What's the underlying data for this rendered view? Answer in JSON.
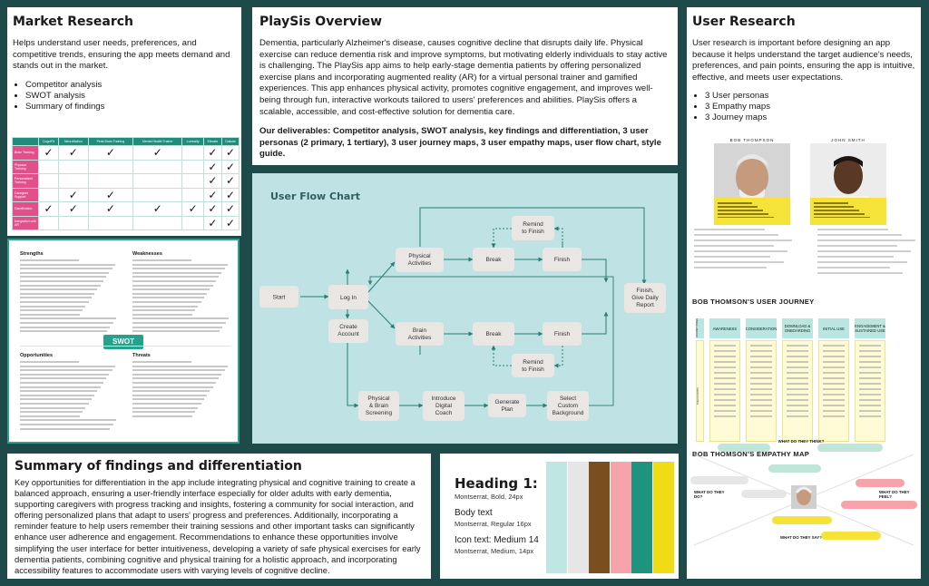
{
  "market": {
    "title": "Market Research",
    "description": "Helps understand user needs, preferences, and competitive trends, ensuring the app meets demand and stands out in the market.",
    "items": [
      "Competitor analysis",
      "SWOT analysis",
      "Summary of findings"
    ],
    "table": {
      "headers": [
        "",
        "CogniFit",
        "NeuroNation",
        "Peak Brain Training",
        "Mental Health Trainer",
        "Lumosity",
        "Elevate",
        "Dakota"
      ],
      "rows": [
        {
          "label": "Brain Training",
          "checks": [
            1,
            1,
            1,
            1,
            0,
            1,
            1
          ]
        },
        {
          "label": "Physical Training",
          "checks": [
            0,
            0,
            0,
            0,
            0,
            1,
            1
          ]
        },
        {
          "label": "Personalized Training",
          "checks": [
            0,
            0,
            0,
            0,
            0,
            1,
            1
          ]
        },
        {
          "label": "Caregiver Support",
          "checks": [
            0,
            1,
            1,
            0,
            0,
            1,
            1
          ]
        },
        {
          "label": "Gamification",
          "checks": [
            1,
            1,
            1,
            1,
            1,
            1,
            1
          ]
        },
        {
          "label": "Integration with AR",
          "checks": [
            0,
            0,
            0,
            0,
            0,
            1,
            1
          ]
        }
      ]
    }
  },
  "swot": {
    "badge": "SWOT",
    "strengths": "Strengths",
    "weaknesses": "Weaknesses",
    "opportunities": "Opportunities",
    "threats": "Threats"
  },
  "overview": {
    "title": "PlaySis Overview",
    "body": "Dementia, particularly Alzheimer's disease, causes cognitive decline that disrupts daily life. Physical exercise can reduce dementia risk and improve symptoms, but motivating elderly individuals to stay active is challenging. The PlaySis app aims to help early-stage dementia patients by offering personalized exercise plans and incorporating augmented reality (AR) for a virtual personal trainer and gamified experiences. This app enhances physical activity, promotes cognitive engagement, and improves well-being through fun, interactive workouts tailored to users' preferences and abilities. PlaySis offers a scalable, accessible, and cost-effective solution for dementia care.",
    "deliverables": "Our deliverables: Competitor analysis, SWOT analysis, key findings and differentiation, 3 user personas (2 primary, 1 tertiary), 3 user journey maps, 3 user empathy maps, user flow chart, style guide."
  },
  "flow": {
    "title": "User Flow Chart",
    "nodes": {
      "start": "Start",
      "login": "Log In",
      "create": [
        "Create",
        "Account"
      ],
      "physical": [
        "Physical",
        "Activities"
      ],
      "brain": [
        "Brain",
        "Activities"
      ],
      "break1": "Break",
      "break2": "Break",
      "finish1": "Finish",
      "finish2": "Finish",
      "remind1": [
        "Remind",
        "to Finish"
      ],
      "remind2": [
        "Remind",
        "to Finish"
      ],
      "daily": [
        "Finish,",
        "Give Daily",
        "Report"
      ],
      "screening": [
        "Physical",
        "& Brain",
        "Screening"
      ],
      "coach": [
        "Introduce",
        "Digital",
        "Coach"
      ],
      "plan": [
        "Generate",
        "Plan"
      ],
      "background": [
        "Select",
        "Custom",
        "Background"
      ]
    }
  },
  "research": {
    "title": "User Research",
    "description": "User research is important before designing an app because it helps understand the target audience's needs, preferences, and pain points, ensuring the app is intuitive, effective, and meets user expectations.",
    "items": [
      "3 User personas",
      "3 Empathy maps",
      "3 Journey maps"
    ],
    "persona1": "BOB THOMPSON",
    "persona2": "JOHN SMITH",
    "journey_title": "BOB THOMSON'S USER JOURNEY",
    "journey_stages": [
      "AWARENESS",
      "CONSIDERATION",
      "DOWNLOAD & ONBOARDING",
      "INITIAL USE",
      "ENGAGEMENT & SUSTAINED USE"
    ],
    "journey_side1": "JOURNEY STAGE",
    "journey_side2": "TOUCH POINTS",
    "empathy_title": "BOB THOMSON'S EMPATHY MAP",
    "empathy_think": "WHAT DO THEY THINK?",
    "empathy_do": "WHAT DO THEY DO?",
    "empathy_feel": "WHAT DO THEY FEEL?",
    "empathy_say": "WHAT DO THEY SAY?"
  },
  "summary": {
    "title": "Summary of findings and differentiation",
    "body": "Key opportunities for differentiation in the app include integrating physical and cognitive training to create a balanced approach, ensuring a user-friendly interface especially for older adults with early dementia, supporting caregivers with progress tracking and insights, fostering a community for social interaction, and offering personalized plans that adapt to users' progress and preferences. Additionally, incorporating a reminder feature to help users remember their training sessions and other important tasks can significantly enhance user adherence and engagement. Recommendations to enhance these opportunities involve simplifying the user interface for better intuitiveness, developing a variety of safe physical exercises for early dementia patients, combining cognitive and physical training for a holistic approach, and incorporating accessibility features to accommodate users with varying levels of cognitive decline."
  },
  "style": {
    "heading": "Heading 1:",
    "heading_spec": "Montserrat, Bold, 24px",
    "body": "Body text",
    "body_spec": "Montserrat, Regular 16px",
    "icon": "Icon text:  Medium 14",
    "icon_spec": "Montserrat, Medium, 14px",
    "colors": [
      "#bfe6e1",
      "#e6e6e6",
      "#7a4e1e",
      "#f7a3ab",
      "#1e9480",
      "#f0dc16"
    ]
  }
}
